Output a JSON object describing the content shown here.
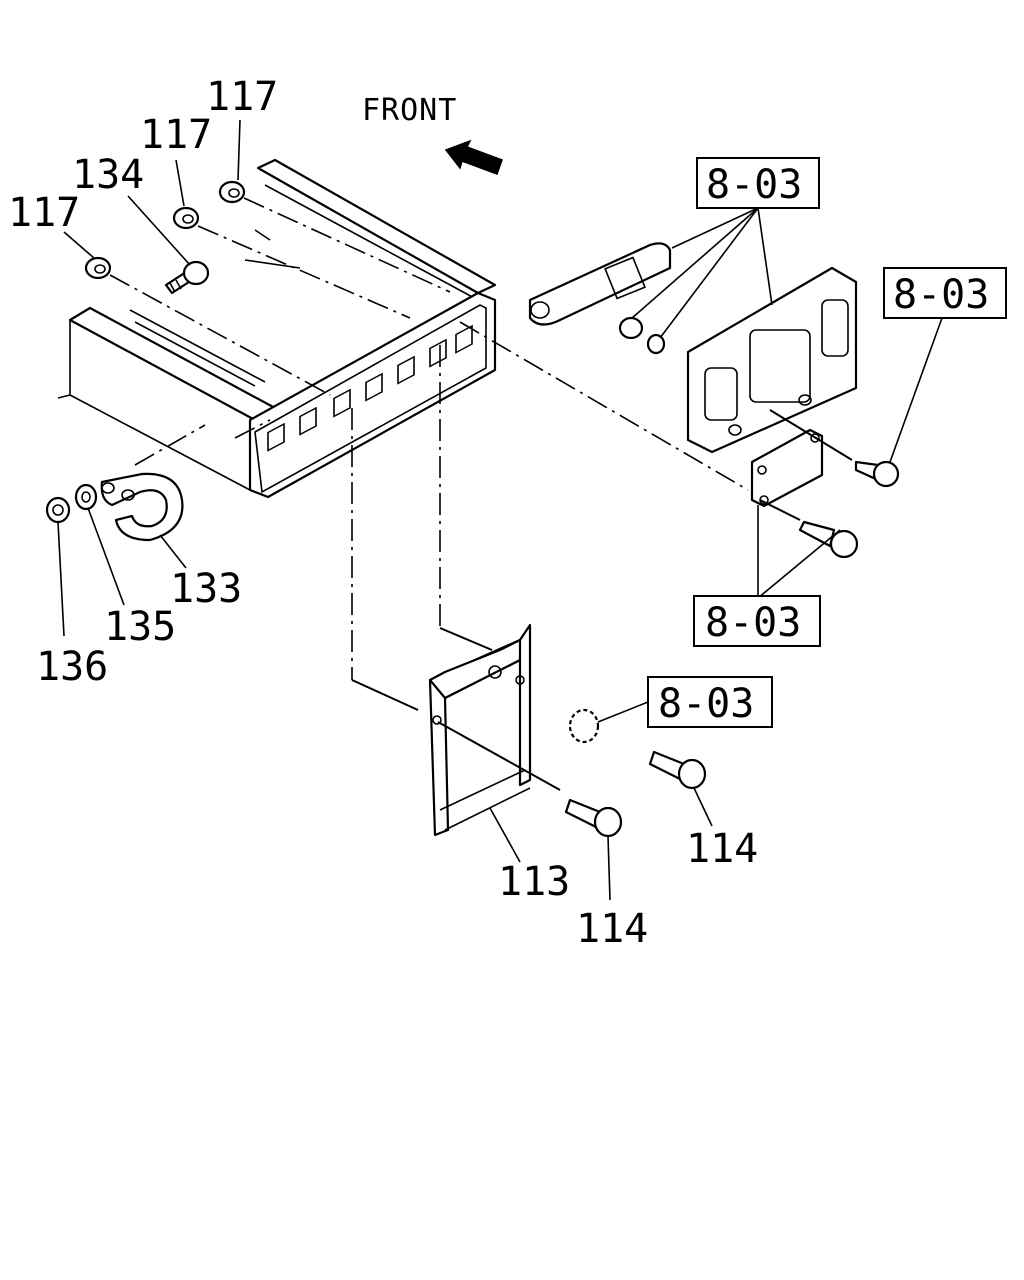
{
  "direction": {
    "label": "FRONT",
    "icon": "front-arrow-icon"
  },
  "callouts": {
    "p117a": "117",
    "p117b": "117",
    "p117c": "117",
    "p134": "134",
    "p133": "133",
    "p135": "135",
    "p136": "136",
    "p113": "113",
    "p114a": "114",
    "p114b": "114"
  },
  "references": {
    "r1": "8-03",
    "r2": "8-03",
    "r3": "8-03",
    "r4": "8-03"
  }
}
